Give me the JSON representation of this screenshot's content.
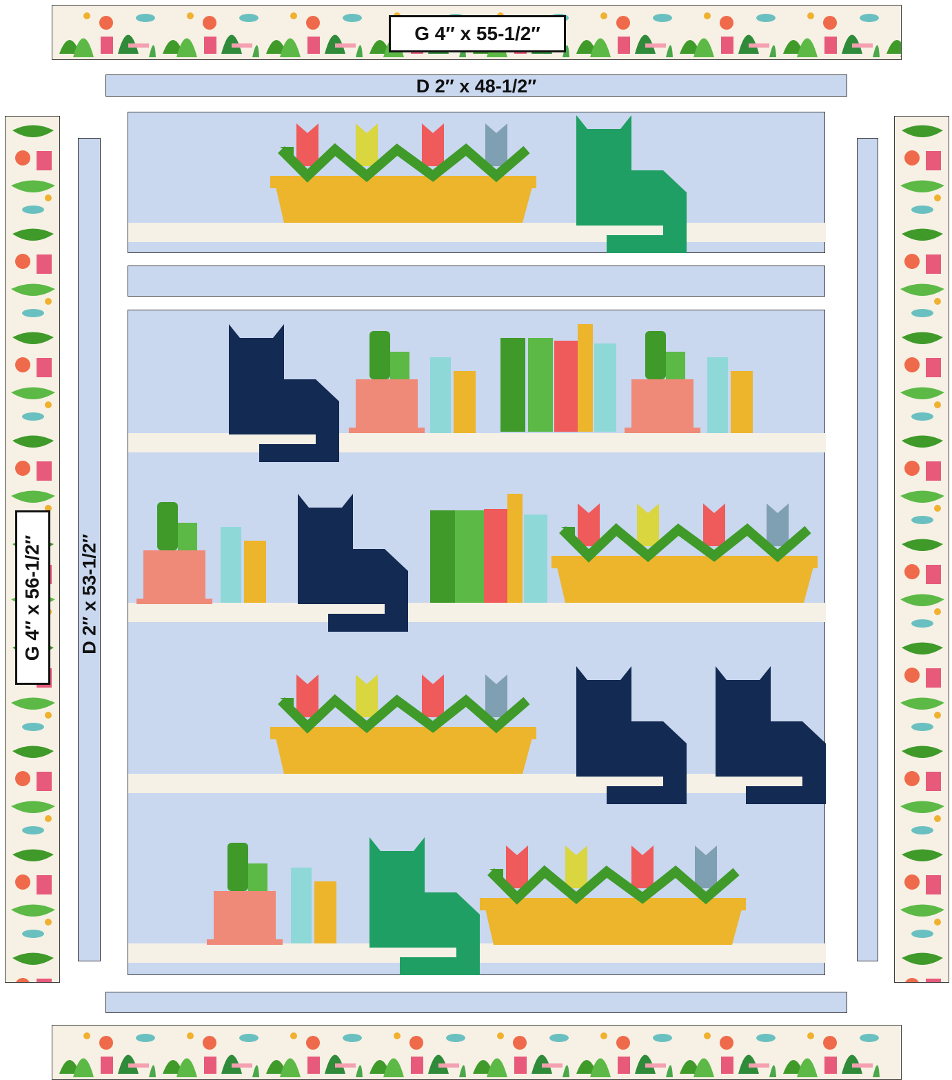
{
  "labels": {
    "top_border": "G 4″ x 55-1/2″",
    "top_sashing": "D 2″ x 48-1/2″",
    "side_border": "G 4″ x 56-1/2″",
    "side_sashing": "D 2″ x 53-1/2″"
  },
  "colors": {
    "background_blue": "#c9d7ef",
    "shelf_cream": "#f5f1e6",
    "planter_gold": "#edb52c",
    "leaf_green": "#3f9a2a",
    "pot_coral": "#f08a78",
    "cat_navy": "#132a52",
    "cat_green": "#1f9f63",
    "tulip_red": "#ef5a5a",
    "tulip_yellow": "#d9d640",
    "tulip_grey": "#7f9fb2",
    "border_print_bg": "#f6f1e4",
    "outline": "#3a3a3a"
  },
  "icons": {
    "border_print": "floral-houseplant-print-icon",
    "planter": "tulip-planter-icon",
    "pot": "cactus-pot-icon",
    "cat": "cat-silhouette-icon",
    "books": "book-stack-icon"
  }
}
